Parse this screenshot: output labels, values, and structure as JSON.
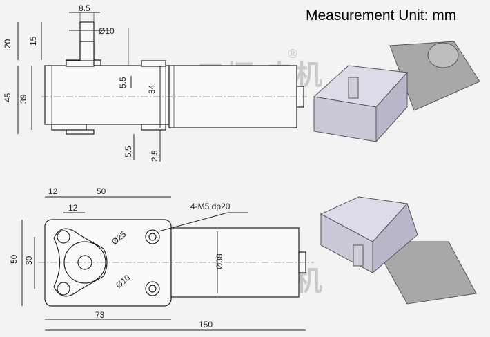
{
  "header": {
    "unit_label": "Measurement Unit: mm"
  },
  "watermark": {
    "top_text": "三拓 电机",
    "top_mark": "®",
    "bottom_text": "三拓 电机",
    "bottom_mark": "®"
  },
  "top_view": {
    "dims": {
      "shaft_width": "8.5",
      "shaft_dia": "Ø10",
      "height_20": "20",
      "height_15": "15",
      "height_45": "45",
      "height_39": "39",
      "offset_55a": "5.5",
      "height_34": "34",
      "offset_55b": "5.5",
      "offset_25": "2.5"
    }
  },
  "bottom_view": {
    "dims": {
      "width_12a": "12",
      "width_50": "50",
      "width_12b": "12",
      "hole_callout": "4-M5 dp20",
      "dia_25": "Ø25",
      "height_50": "50",
      "height_30": "30",
      "dia_38": "Ø38",
      "dia_10": "Ø10",
      "length_73": "73",
      "length_150": "150"
    }
  }
}
